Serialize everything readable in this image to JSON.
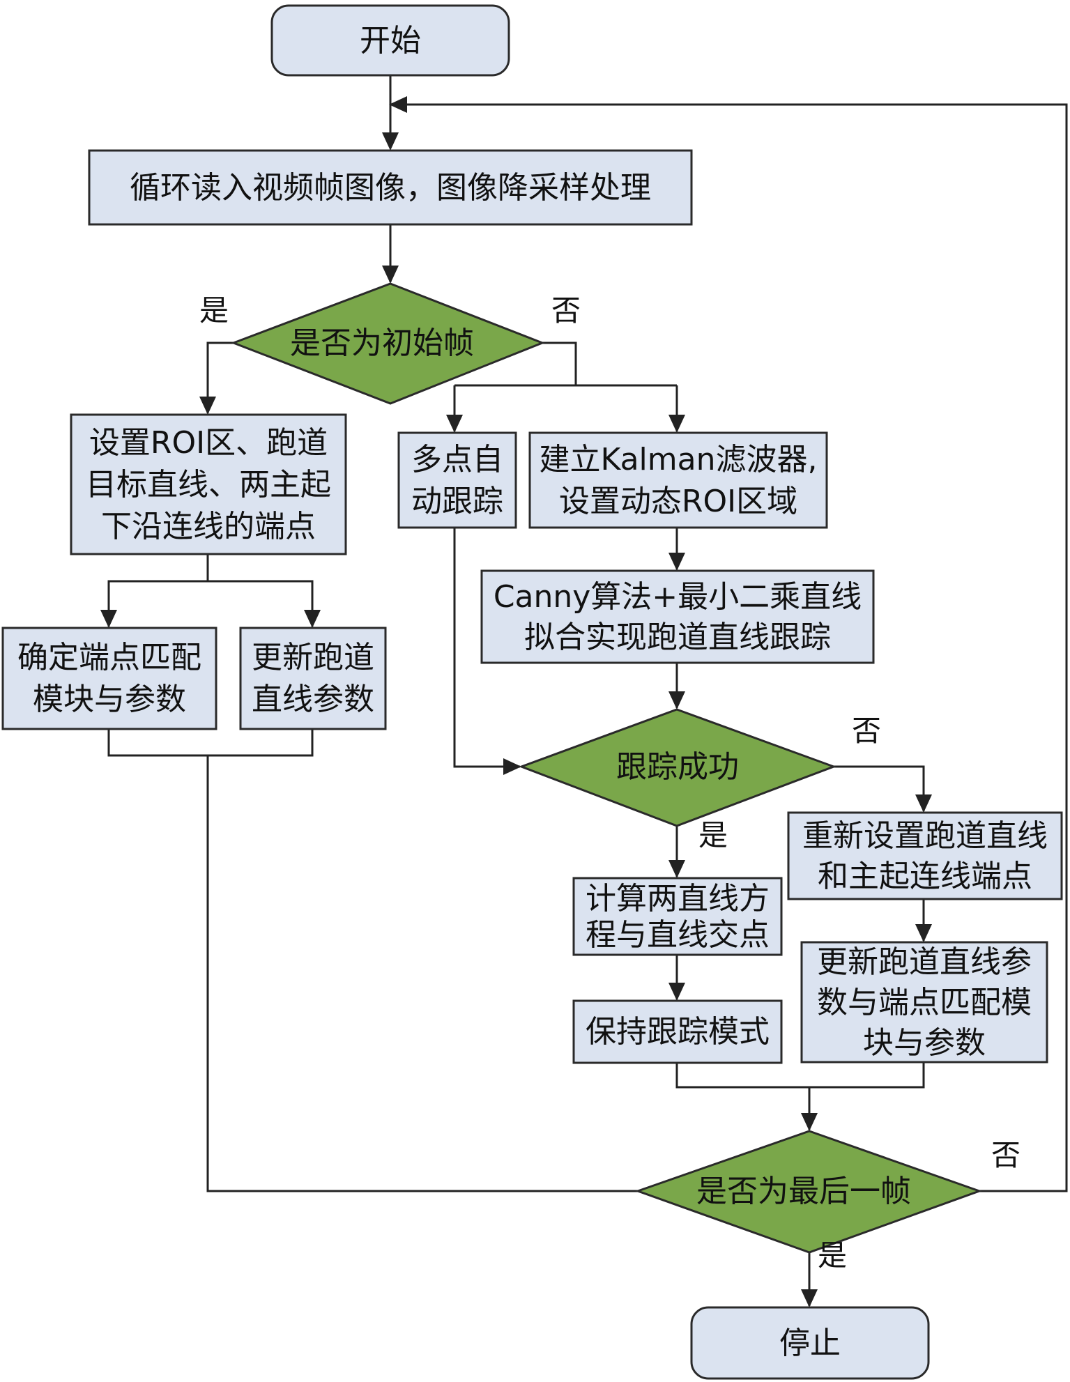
{
  "nodes": {
    "start": {
      "text": [
        "开始"
      ]
    },
    "read_frames": {
      "text": [
        "循环读入视频帧图像，图像降采样处理"
      ]
    },
    "is_initial": {
      "text": [
        "是否为初始帧"
      ]
    },
    "set_roi": {
      "text": [
        "设置ROI区、跑道",
        "目标直线、两主起",
        "下沿连线的端点"
      ]
    },
    "multi_point": {
      "text": [
        "多点自",
        "动跟踪"
      ]
    },
    "kalman": {
      "text": [
        "建立Kalman滤波器,",
        "设置动态ROI区域"
      ]
    },
    "canny": {
      "text": [
        "Canny算法+最小二乘直线",
        "拟合实现跑道直线跟踪"
      ]
    },
    "endpoint_module": {
      "text": [
        "确定端点匹配",
        "模块与参数"
      ]
    },
    "update_runway": {
      "text": [
        "更新跑道",
        "直线参数"
      ]
    },
    "track_success": {
      "text": [
        "跟踪成功"
      ]
    },
    "reset_lines": {
      "text": [
        "重新设置跑道直线",
        "和主起连线端点"
      ]
    },
    "compute": {
      "text": [
        "计算两直线方",
        "程与直线交点"
      ]
    },
    "update_params": {
      "text": [
        "更新跑道直线参",
        "数与端点匹配模",
        "块与参数"
      ]
    },
    "keep_mode": {
      "text": [
        "保持跟踪模式"
      ]
    },
    "is_last": {
      "text": [
        "是否为最后一帧"
      ]
    },
    "stop": {
      "text": [
        "停止"
      ]
    }
  },
  "branch_labels": {
    "initial_yes": "是",
    "initial_no": "否",
    "track_no": "否",
    "track_yes": "是",
    "last_no": "否",
    "last_yes": "是"
  },
  "colors": {
    "box_fill": "#dbe3f0",
    "decision_fill": "#7aa74a",
    "line": "#222222"
  }
}
